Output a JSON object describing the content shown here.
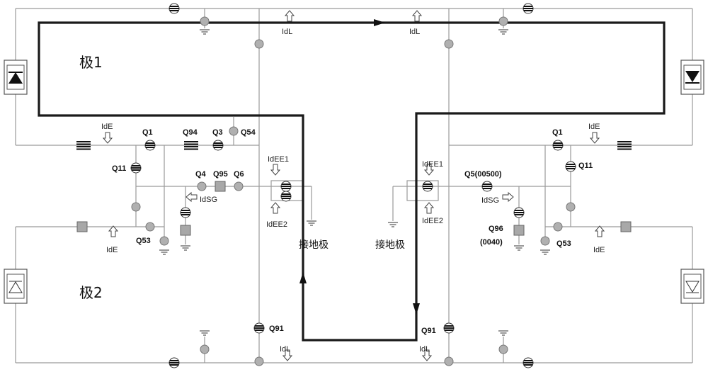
{
  "labels": {
    "pole1": "极1",
    "pole2": "极2",
    "ground_left": "接地极",
    "ground_right": "接地极",
    "idl_tl": "IdL",
    "idl_tr": "IdL",
    "idl_bl": "IdL",
    "idl_br": "IdL",
    "ide_l1": "IdE",
    "ide_l2": "IdE",
    "ide_r1": "IdE",
    "ide_r2": "IdE",
    "idee1_l": "IdEE1",
    "idee2_l": "IdEE2",
    "idee1_r": "IdEE1",
    "idee2_r": "IdEE2",
    "idsg_l": "IdSG",
    "idsg_r": "IdSG"
  },
  "switches": {
    "q1_l": "Q1",
    "q94": "Q94",
    "q3": "Q3",
    "q54": "Q54",
    "q11_l": "Q11",
    "q4": "Q4",
    "q95": "Q95",
    "q6": "Q6",
    "q53_l": "Q53",
    "q91_l": "Q91",
    "q1_r": "Q1",
    "q11_r": "Q11",
    "q5": "Q5(00500)",
    "q96": "Q96",
    "q96_code": "(0040)",
    "q53_r": "Q53",
    "q91_r": "Q91"
  }
}
